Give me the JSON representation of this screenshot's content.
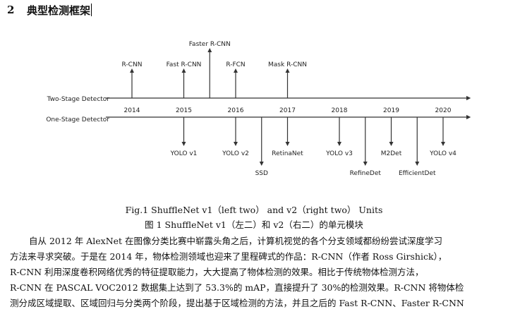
{
  "section": {
    "number": "2",
    "title": "典型检测框架"
  },
  "diagram": {
    "two_stage_label": "Two-Stage Detector",
    "one_stage_label": "One-Stage Detector",
    "years": [
      "2014",
      "2015",
      "2016",
      "2017",
      "2018",
      "2019",
      "2020"
    ],
    "two_stage_models": [
      {
        "name": "R-CNN",
        "year": 2014
      },
      {
        "name": "Fast R-CNN",
        "year": 2015
      },
      {
        "name": "Faster R-CNN",
        "year": 2015.5
      },
      {
        "name": "R-FCN",
        "year": 2016
      },
      {
        "name": "Mask R-CNN",
        "year": 2017
      }
    ],
    "one_stage_models": [
      {
        "name": "YOLO v1",
        "year": 2015
      },
      {
        "name": "YOLO v2",
        "year": 2016
      },
      {
        "name": "SSD",
        "year": 2016.5
      },
      {
        "name": "RetinaNet",
        "year": 2017
      },
      {
        "name": "YOLO v3",
        "year": 2018
      },
      {
        "name": "RefineDet",
        "year": 2018.5
      },
      {
        "name": "M2Det",
        "year": 2019
      },
      {
        "name": "EfficientDet",
        "year": 2019.5
      },
      {
        "name": "YOLO v4",
        "year": 2020
      }
    ]
  },
  "caption_en": "Fig.1    ShuffleNet v1（left two）  and v2（right two）  Units",
  "caption_cn": "图 1    ShuffleNet v1（左二）和 v2（右二）的单元模块",
  "paragraph_lines": [
    "自从 2012 年 AlexNet 在图像分类比赛中崭露头角之后，计算机视觉的各个分支领域都纷纷尝试深度学习",
    "方法来寻求突破。于是在 2014 年，物体检测领域也迎来了里程碑式的作品：R-CNN（作者 Ross Girshick），",
    "R-CNN 利用深度卷积网络优秀的特征提取能力，大大提高了物体检测的效果。相比于传统物体检测方法，",
    "R-CNN 在 PASCAL VOC2012 数据集上达到了 53.3%的 mAP，直接提升了 30%的检测效果。R-CNN 将物体检",
    "测分成区域提取、区域回归与分类两个阶段，提出基于区域检测的方法，并且之后的 Fast R-CNN、Faster R-CNN"
  ]
}
